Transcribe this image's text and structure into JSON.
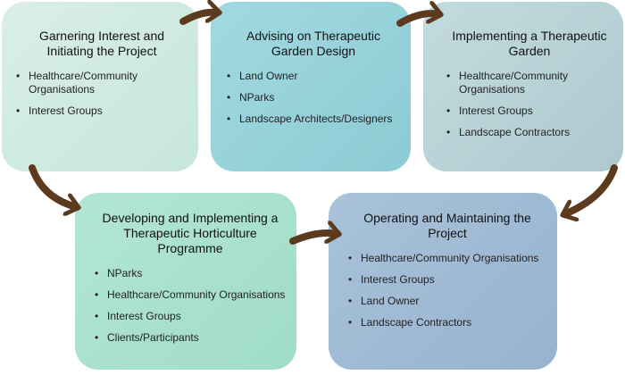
{
  "colors": {
    "arrow": "#5b3a1e",
    "box1": "#cfe9df",
    "box2": "#96d1d9",
    "box3": "#b8d2d6",
    "box4": "#a9e1cc",
    "box5": "#a0bad4"
  },
  "steps": [
    {
      "title": "Garnering Interest and Initiating the Project",
      "items": [
        "Healthcare/Community Organisations",
        "Interest Groups"
      ]
    },
    {
      "title": "Advising on Therapeutic Garden Design",
      "items": [
        "Land Owner",
        "NParks",
        "Landscape Architects/Designers"
      ]
    },
    {
      "title": "Implementing a Therapeutic Garden",
      "items": [
        "Healthcare/Community Organisations",
        "Interest Groups",
        "Landscape Contractors"
      ]
    },
    {
      "title": "Developing and Implementing a Therapeutic Horticulture Programme",
      "items": [
        "NParks",
        "Healthcare/Community Organisations",
        "Interest Groups",
        "Clients/Participants"
      ]
    },
    {
      "title": "Operating and Maintaining the Project",
      "items": [
        "Healthcare/Community Organisations",
        "Interest Groups",
        "Land Owner",
        "Landscape Contractors"
      ]
    }
  ]
}
